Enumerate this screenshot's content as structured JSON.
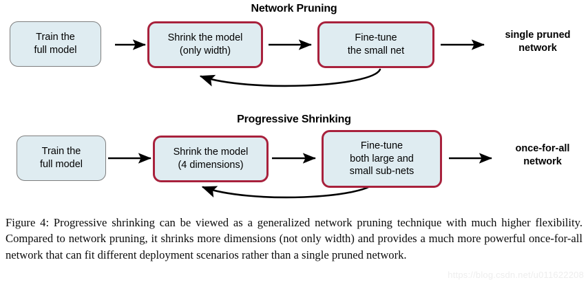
{
  "figure": {
    "rows": [
      {
        "title": "Network Pruning",
        "nodes": [
          {
            "label": "Train the\nfull model",
            "style": "gray"
          },
          {
            "label": "Shrink the model\n(only width)",
            "style": "red"
          },
          {
            "label": "Fine-tune\nthe small net",
            "style": "red"
          }
        ],
        "output_label": "single pruned\nnetwork",
        "feedback_arrow": "curved-feedback-arrow"
      },
      {
        "title": "Progressive Shrinking",
        "nodes": [
          {
            "label": "Train the\nfull model",
            "style": "gray"
          },
          {
            "label": "Shrink the model\n(4 dimensions)",
            "style": "red"
          },
          {
            "label": "Fine-tune\nboth large and\nsmall sub-nets",
            "style": "red"
          }
        ],
        "output_label": "once-for-all\nnetwork",
        "feedback_arrow": "curved-feedback-arrow"
      }
    ],
    "colors": {
      "node_fill": "#dfecf1",
      "node_border_highlight": "#a8213c",
      "node_border_plain": "#7d7d7d",
      "arrow": "#000000",
      "text": "#000000"
    }
  },
  "caption": {
    "text": "Figure 4: Progressive shrinking can be viewed as a generalized network pruning technique with much higher flexibility. Compared to network pruning, it shrinks more dimensions (not only width) and provides a much more powerful once-for-all network that can fit different deployment scenarios rather than a single pruned network."
  },
  "watermark": {
    "text": "https://blog.csdn.net/u011622208"
  }
}
